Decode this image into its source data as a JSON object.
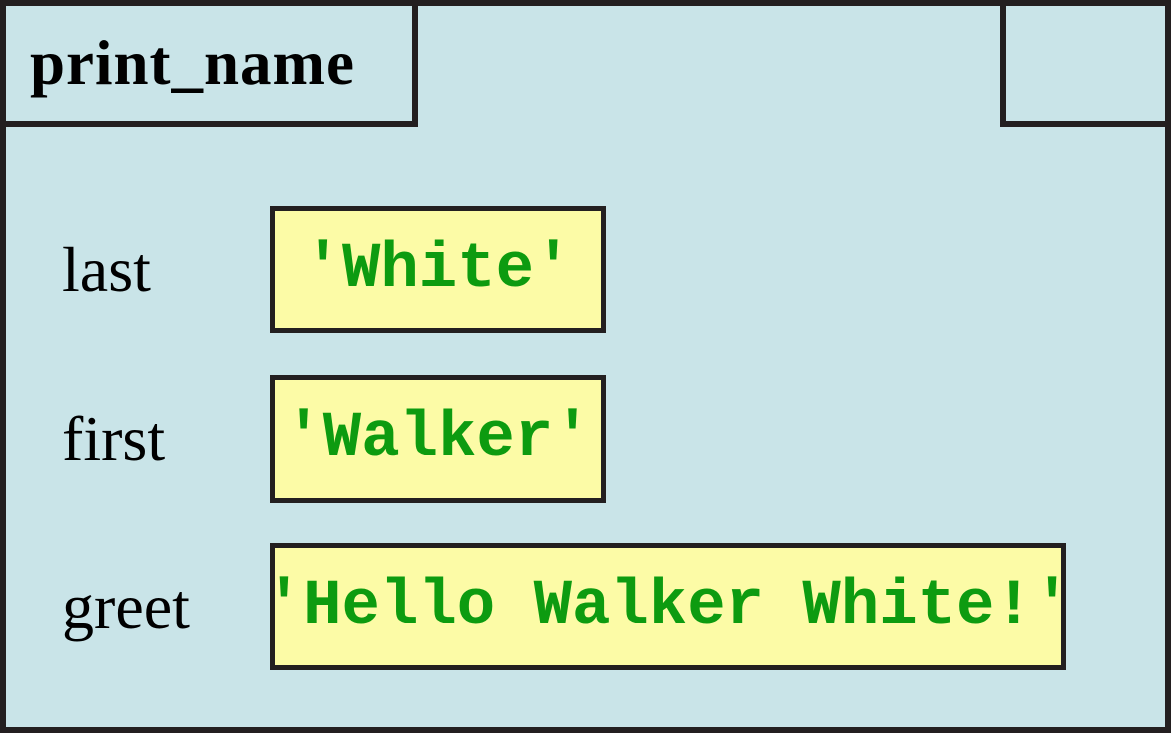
{
  "frame": {
    "title": "print_name",
    "colors": {
      "background": "#c9e4e8",
      "border": "#231f20",
      "value_box_bg": "#fcfba6",
      "value_text": "#0d9b10",
      "label_text": "#000000"
    },
    "variables": [
      {
        "name": "last",
        "value": "'White'"
      },
      {
        "name": "first",
        "value": "'Walker'"
      },
      {
        "name": "greet",
        "value": "'Hello Walker White!'"
      }
    ]
  }
}
